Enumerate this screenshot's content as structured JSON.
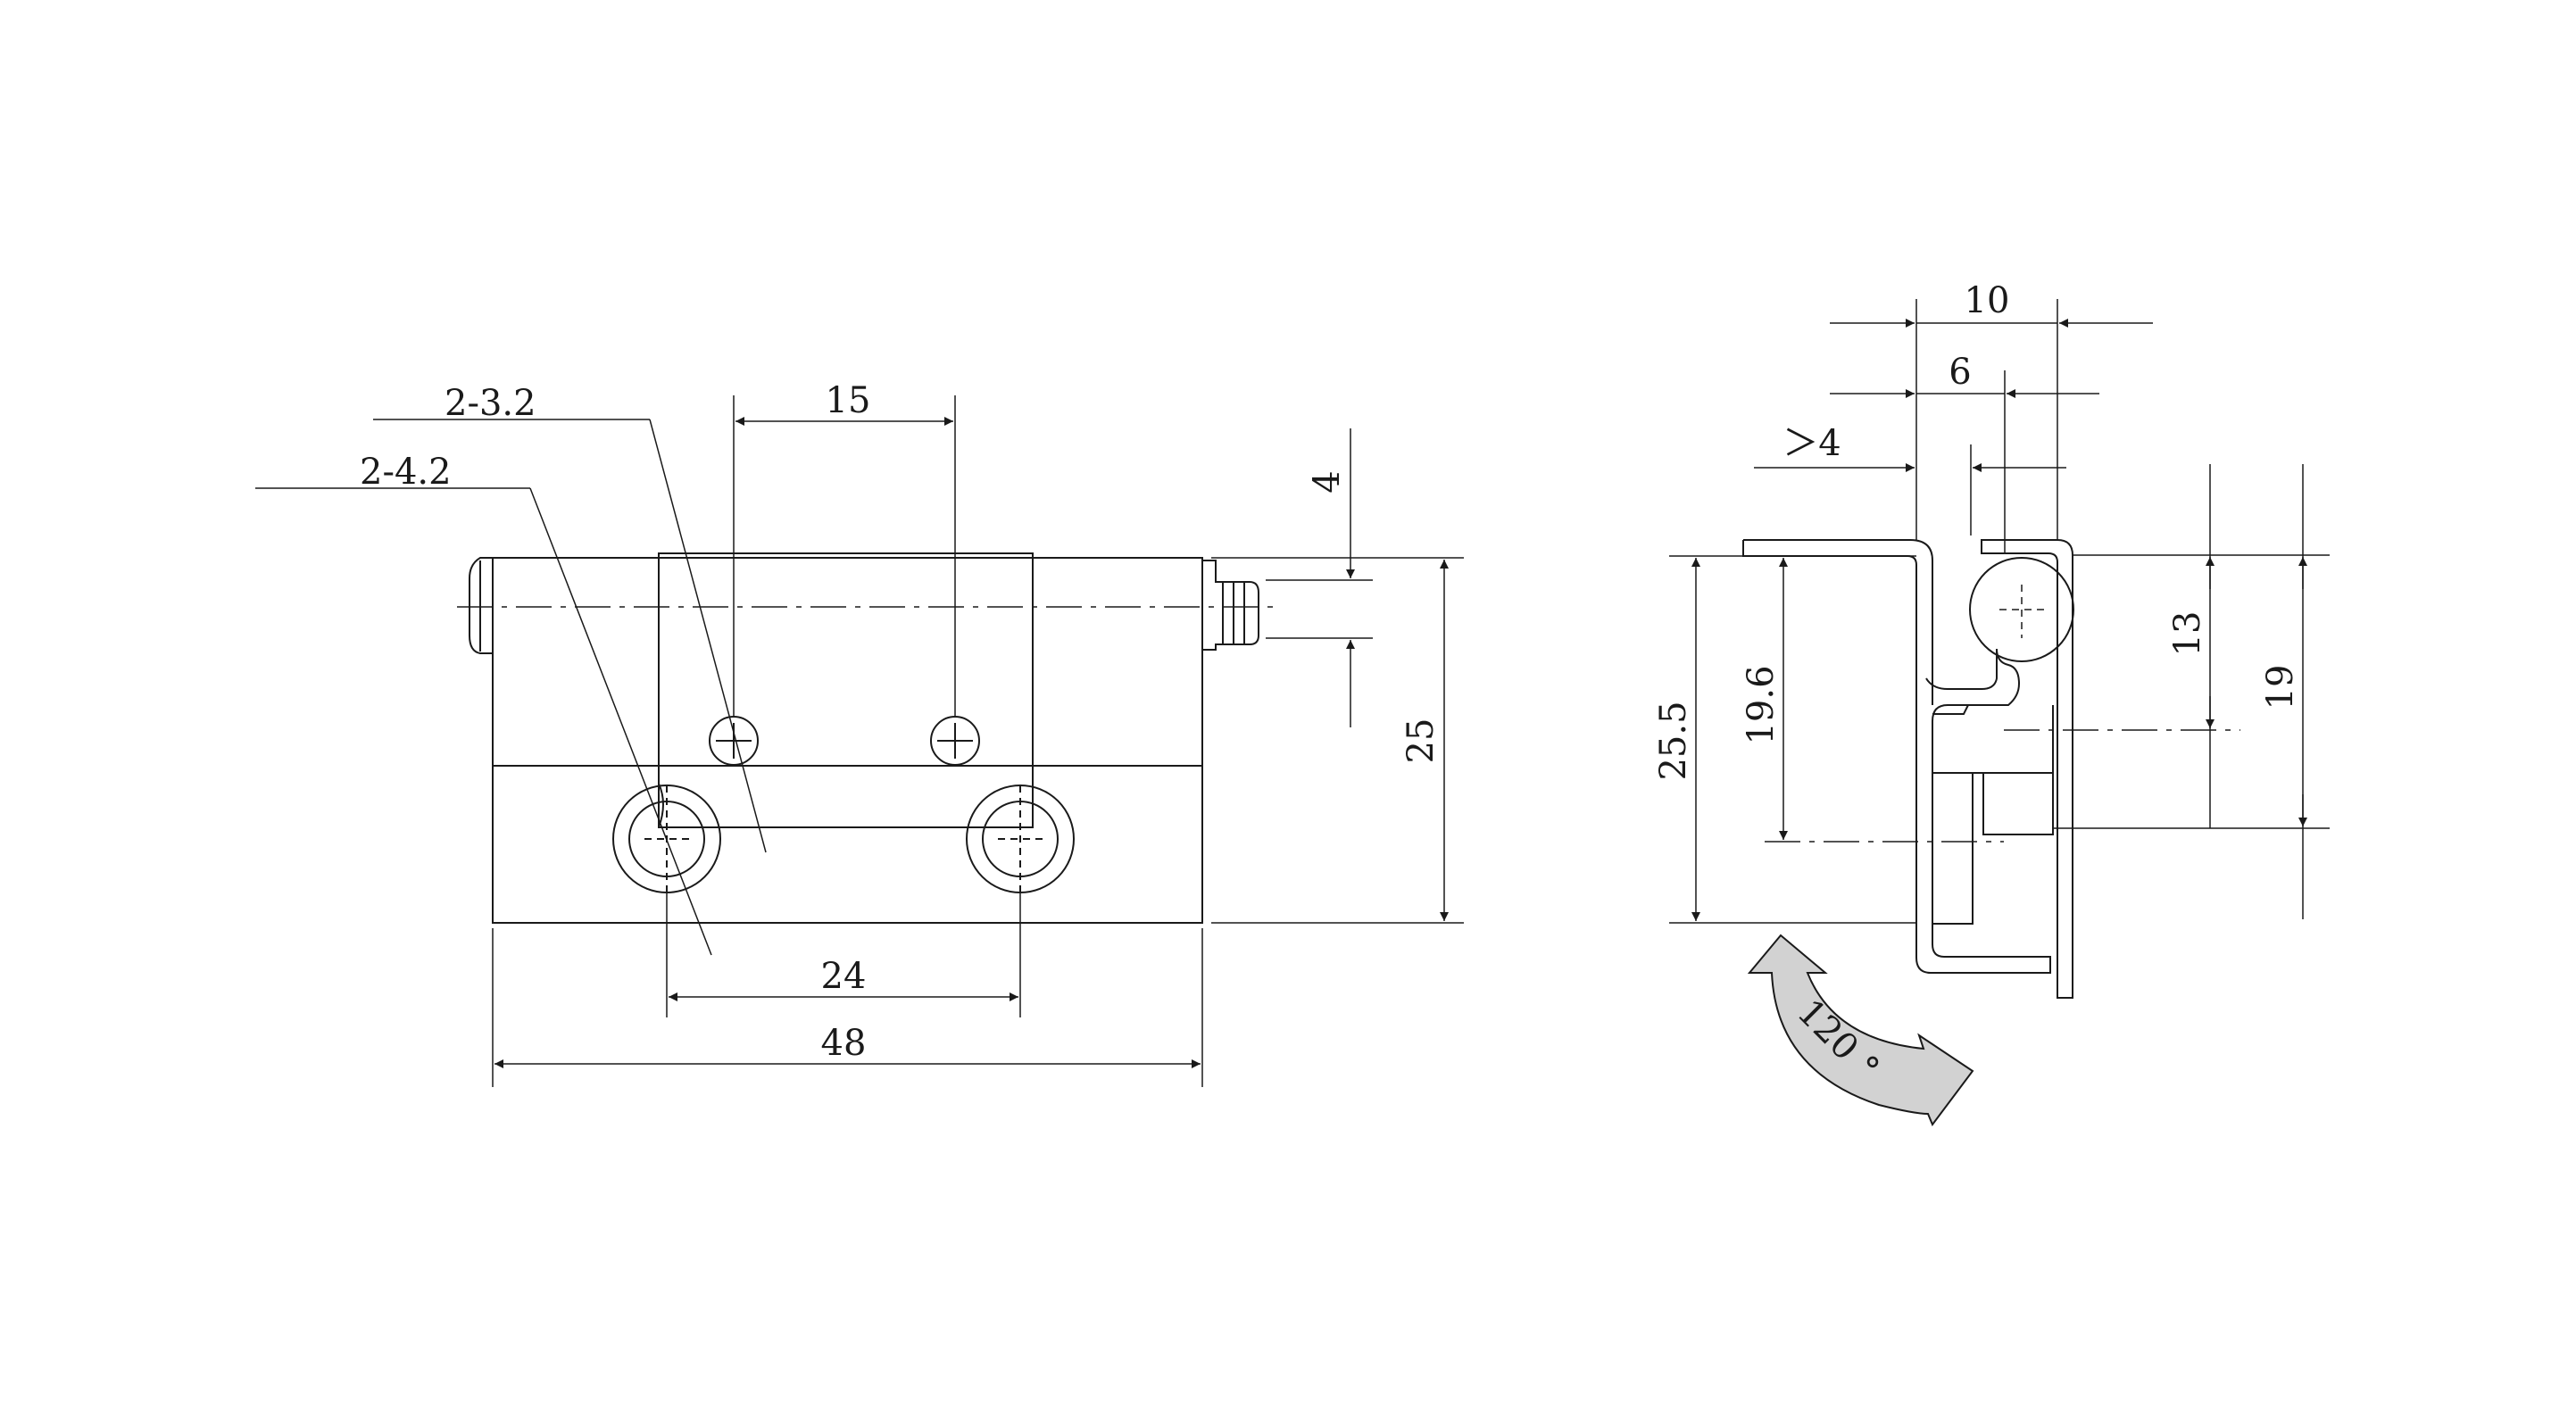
{
  "front_view": {
    "labels": {
      "hole_small": "2-3.2",
      "hole_large": "2-4.2",
      "dim_hole_pitch_top": "15",
      "dim_hole_pitch_bottom": "24",
      "dim_overall_width": "48",
      "dim_height": "25",
      "dim_pin": "4"
    }
  },
  "side_view": {
    "labels": {
      "dim_width": "10",
      "dim_offset": "6",
      "dim_gap": "＞4",
      "dim_overall_height": "25.5",
      "dim_leaf_height": "19.6",
      "dim_13": "13",
      "dim_19": "19",
      "rotation": "120 °"
    }
  },
  "colors": {
    "line": "#1a1a1a",
    "arrow_fill": "#d2d2d2"
  }
}
